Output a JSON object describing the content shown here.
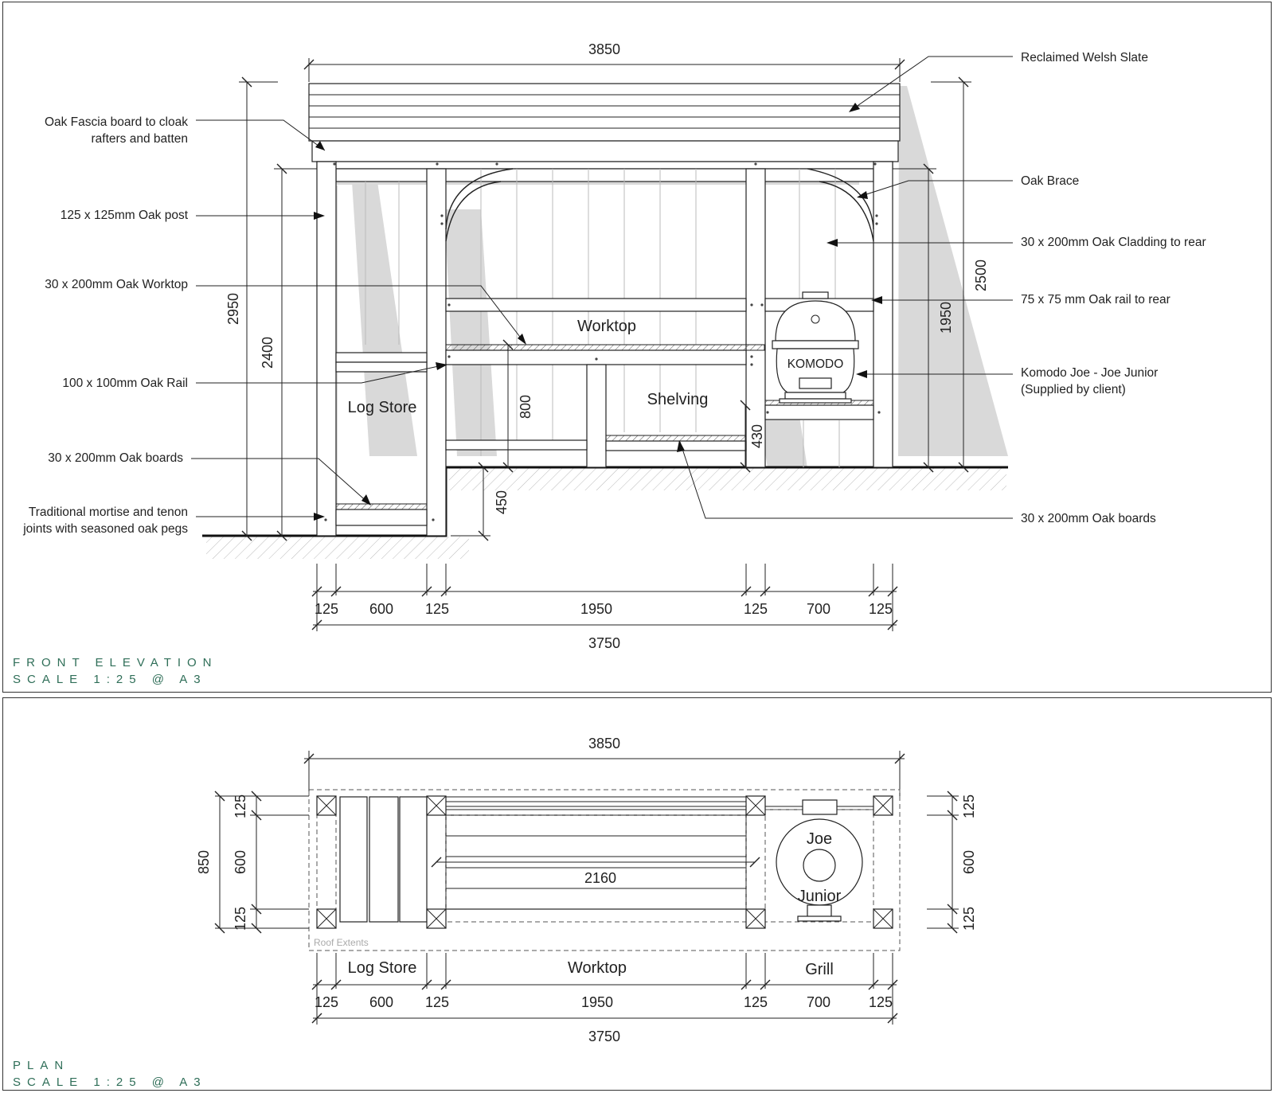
{
  "front_elevation": {
    "title": "FRONT ELEVATION",
    "scale": "SCALE 1:25 @ A3",
    "annotations_left": [
      "Oak Fascia board to cloak",
      "rafters and batten",
      "125 x 125mm Oak post",
      "30 x 200mm Oak Worktop",
      "100 x 100mm Oak Rail",
      "30 x 200mm Oak boards",
      "Traditional mortise and tenon",
      "joints with seasoned oak pegs"
    ],
    "annotations_right": [
      "Reclaimed Welsh Slate",
      "Oak Brace",
      "30 x 200mm Oak Cladding to rear",
      "75 x 75 mm Oak rail to rear",
      "Komodo Joe - Joe Junior",
      "(Supplied by client)",
      "30 x 200mm Oak boards"
    ],
    "labels": {
      "worktop": "Worktop",
      "log_store": "Log Store",
      "shelving": "Shelving",
      "komodo": "KOMODO"
    },
    "dimensions": {
      "top_width": "3850",
      "overall_height": "2950",
      "post_height": "2400",
      "worktop_height": "800",
      "shelf_height": "430",
      "step": "450",
      "right_height": "2500",
      "right_post_height": "1950",
      "bottom_row": [
        "125",
        "600",
        "125",
        "1950",
        "125",
        "700",
        "125"
      ],
      "bottom_total": "3750"
    }
  },
  "plan": {
    "title": "PLAN",
    "scale": "SCALE 1:25 @ A3",
    "top_width": "3850",
    "roof_note": "Roof Extents",
    "inner_span": "2160",
    "left_dims": [
      "125",
      "600",
      "125"
    ],
    "left_total": "850",
    "right_dims": [
      "125",
      "600",
      "125"
    ],
    "grill_text": [
      "Joe",
      "Junior"
    ],
    "section_labels": [
      "Log Store",
      "Worktop",
      "Grill"
    ],
    "bottom_row": [
      "125",
      "600",
      "125",
      "1950",
      "125",
      "700",
      "125"
    ],
    "bottom_total": "3750"
  }
}
